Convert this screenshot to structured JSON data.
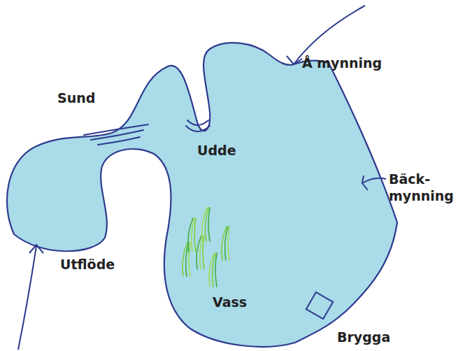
{
  "diagram": {
    "labels": [
      "Å mynning",
      "Sund",
      "Udde",
      "Bäck- mynning",
      "Utflöde",
      "Vass",
      "Brygga"
    ]
  }
}
